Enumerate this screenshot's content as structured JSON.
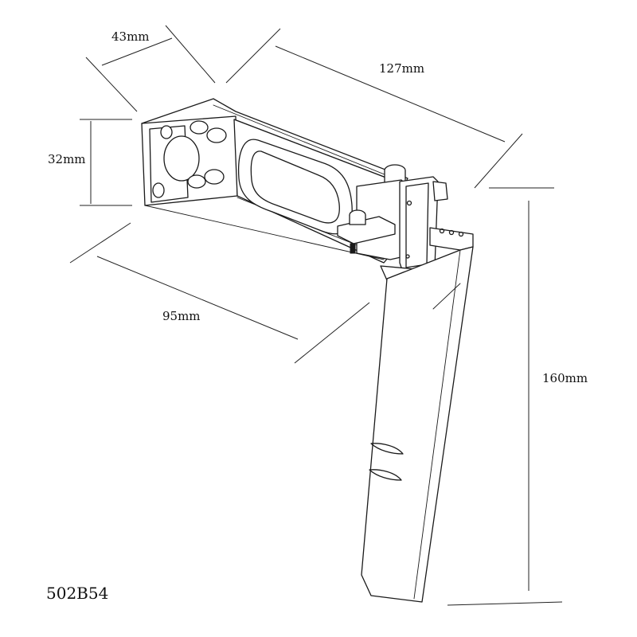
{
  "dimensions": {
    "width_43": "43mm",
    "length_127": "127mm",
    "height_32": "32mm",
    "length_95": "95mm",
    "height_160": "160mm"
  },
  "part_number": "502B54"
}
